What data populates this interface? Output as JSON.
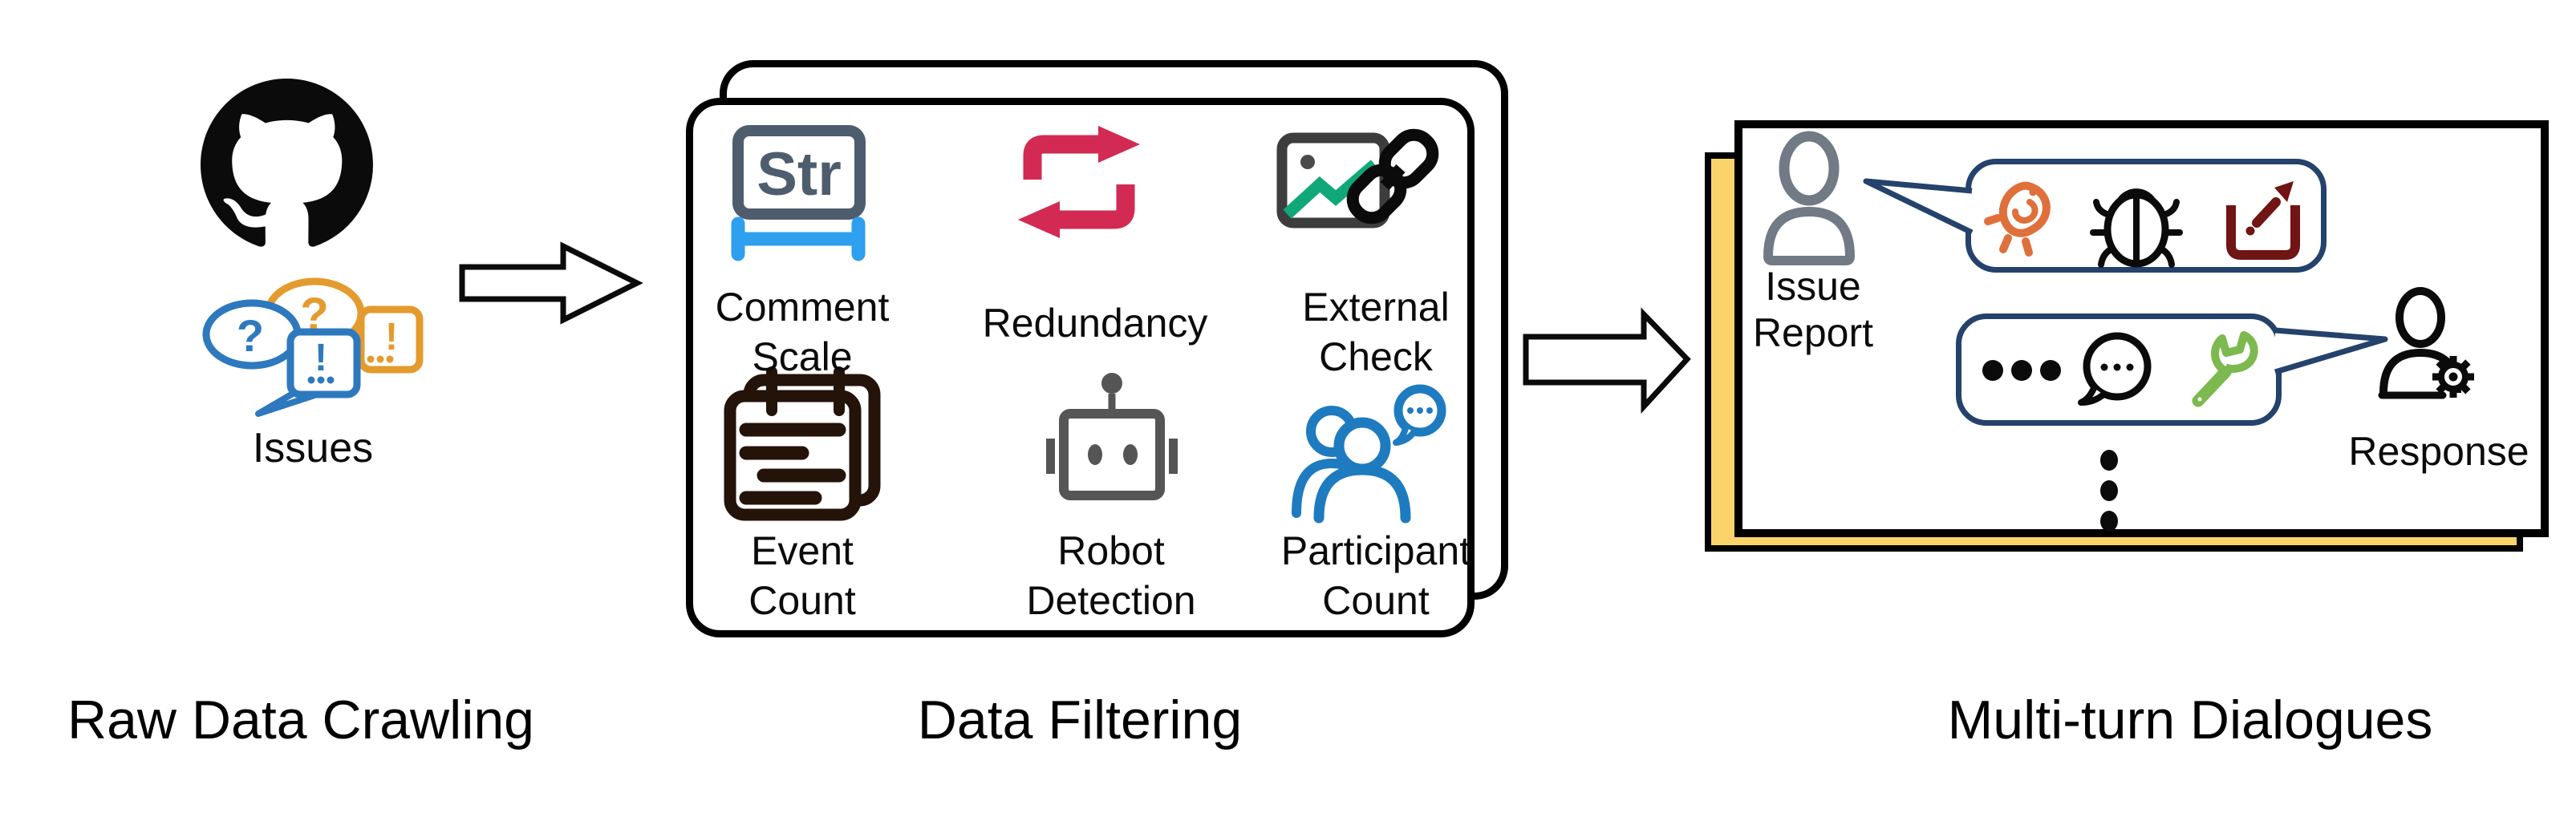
{
  "titles": {
    "raw_data_crawling": "Raw Data Crawling",
    "data_filtering": "Data Filtering",
    "multi_turn_dialogues": "Multi-turn Dialogues"
  },
  "raw_data": {
    "issues_label": "Issues"
  },
  "filtering": {
    "str_badge": "Str",
    "items": [
      {
        "id": "comment-scale",
        "line1": "Comment",
        "line2": "Scale"
      },
      {
        "id": "redundancy",
        "line1": "Redundancy",
        "line2": ""
      },
      {
        "id": "external-check",
        "line1": "External",
        "line2": "Check"
      },
      {
        "id": "event-count",
        "line1": "Event",
        "line2": "Count"
      },
      {
        "id": "robot-detection",
        "line1": "Robot",
        "line2": "Detection"
      },
      {
        "id": "participant-count",
        "line1": "Participant",
        "line2": "Count"
      }
    ]
  },
  "dialogues": {
    "issue_report_line1": "Issue",
    "issue_report_line2": "Report",
    "response_label": "Response"
  },
  "glyphs": {
    "question_mark": "?",
    "exclamation_mark": "!"
  },
  "colors": {
    "issue_orange": "#E49B2D",
    "issue_blue": "#2E79BE",
    "str_slate": "#4E5D6E",
    "ruler_blue": "#2F9FEF",
    "redundancy_red": "#D22A52",
    "check_green": "#10A878",
    "frame_gray": "#3D3D3D",
    "event_dark": "#241309",
    "robot_gray": "#555555",
    "participant_blue": "#1F7BBF",
    "person_gray": "#717A85",
    "bubble_navy": "#24426B",
    "bulb_orange": "#E0703B",
    "share_maroon": "#701414",
    "wrench_green": "#7CB94E",
    "card_yellow": "#FAD46B",
    "ink": "#0B0B0B"
  }
}
